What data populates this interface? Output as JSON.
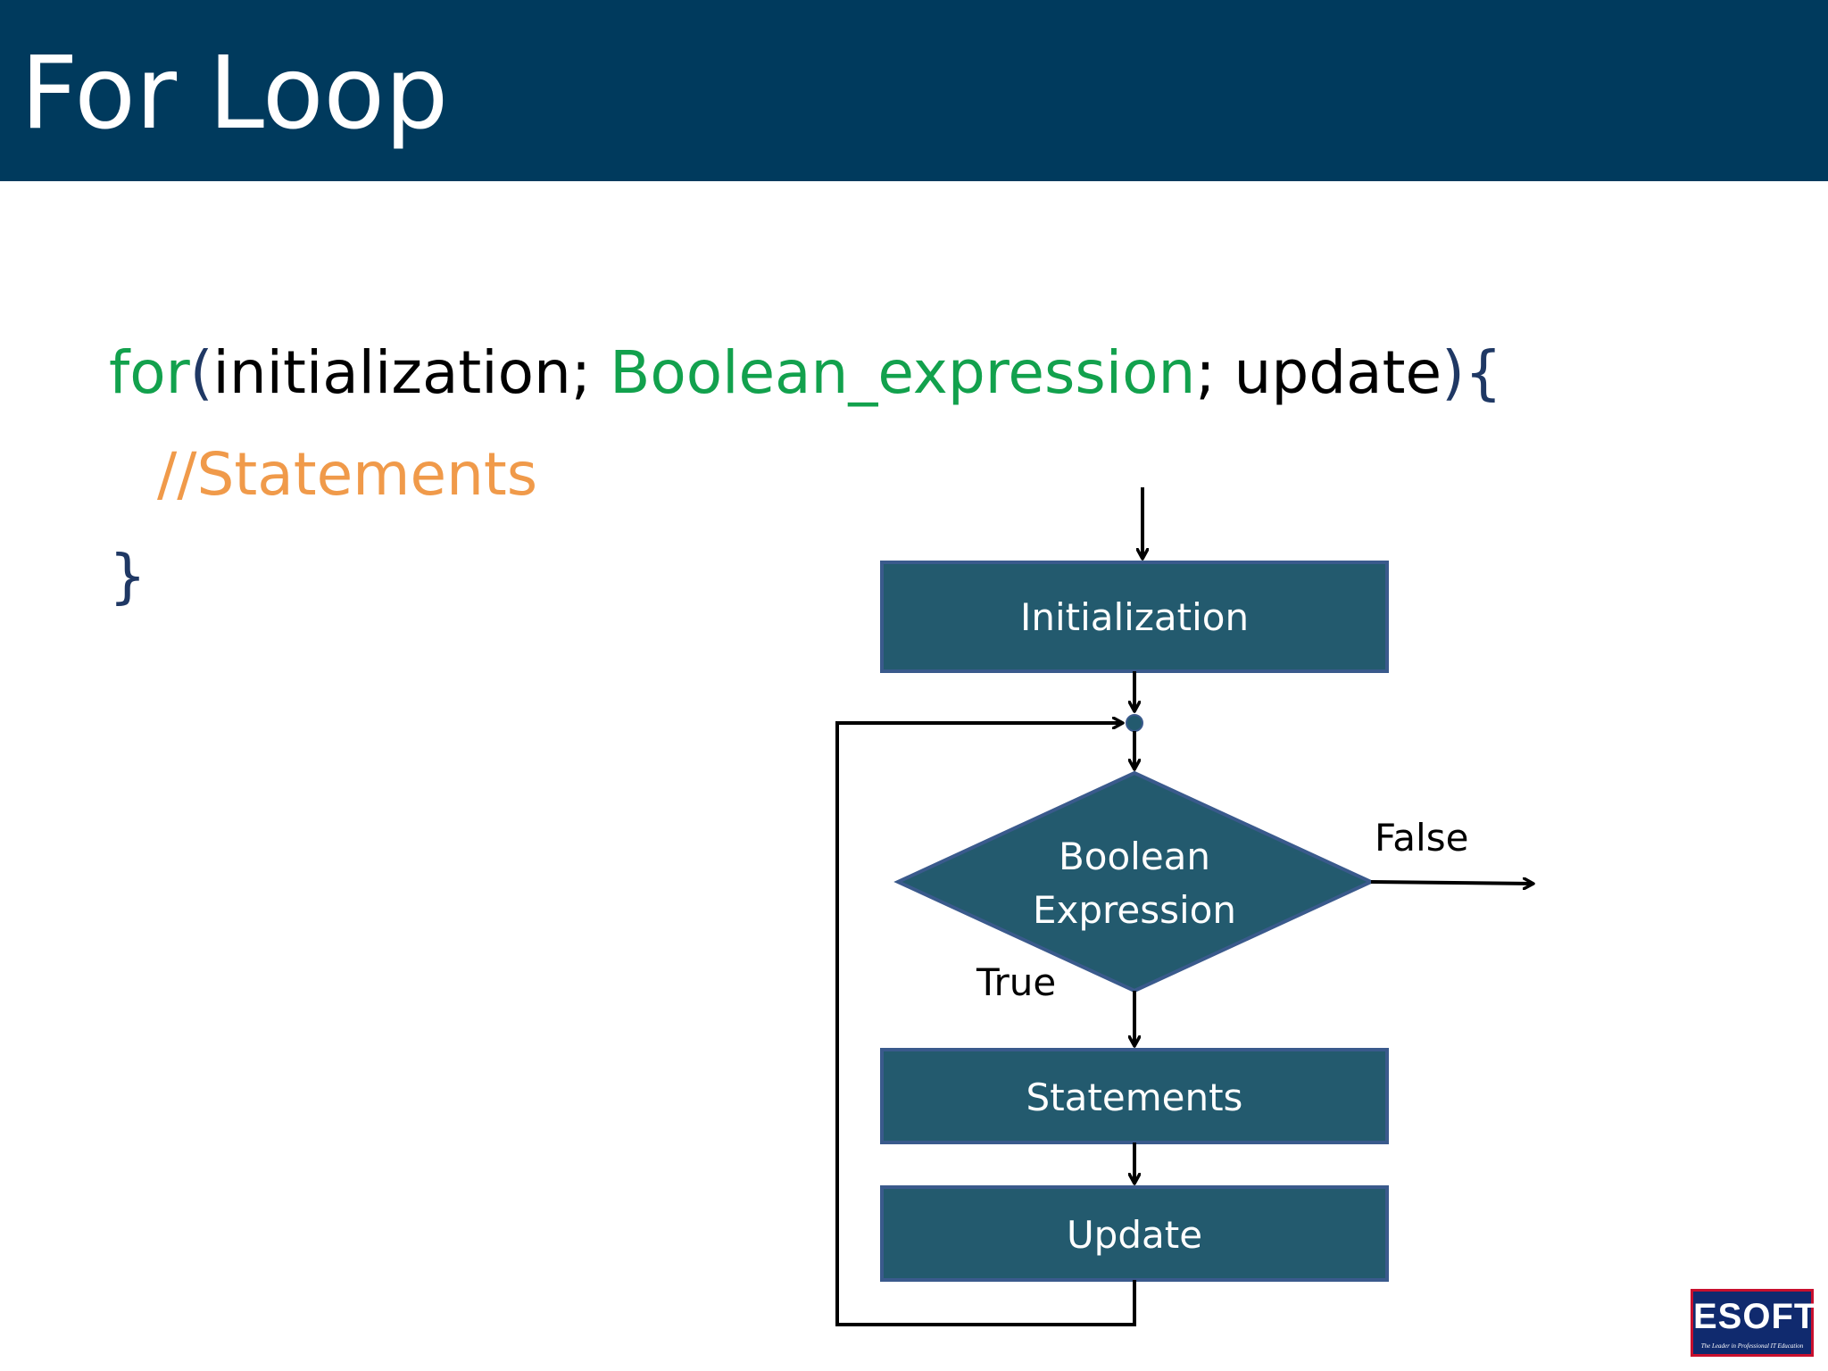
{
  "slide": {
    "title": "For Loop"
  },
  "code": {
    "keyword": "for",
    "open_paren": "(",
    "initialization": "initialization; ",
    "condition": "Boolean_expression",
    "update": "; update",
    "close_paren": ")",
    "open_brace": "{",
    "comment": "//Statements",
    "close_brace": "}"
  },
  "flowchart": {
    "initialization_label": "Initialization",
    "condition_label_line1": "Boolean",
    "condition_label_line2": "Expression",
    "true_label": "True",
    "false_label": "False",
    "statements_label": "Statements",
    "update_label": "Update"
  },
  "logo": {
    "text": "ESOFT",
    "tagline": "The Leader in Professional IT Education"
  },
  "colors": {
    "header_bg": "#003a5d",
    "box_fill": "#235a6e",
    "box_border": "#3a5a8c",
    "keyword_green": "#12a14d",
    "comment_orange": "#f09a4a",
    "paren_navy": "#1f3864"
  }
}
